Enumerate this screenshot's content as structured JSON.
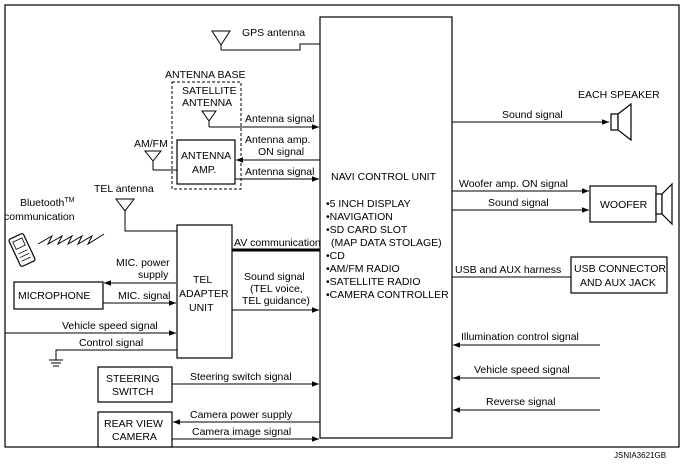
{
  "diagram_code": "JSNIA3621GB",
  "navi": {
    "title": "NAVI CONTROL UNIT",
    "features": [
      "•5 INCH DISPLAY",
      "•NAVIGATION",
      "•SD CARD SLOT",
      "(MAP DATA STOLAGE)",
      "•CD",
      "•AM/FM RADIO",
      "•SATELLITE RADIO",
      "•CAMERA CONTROLLER"
    ]
  },
  "components": {
    "gps_antenna": "GPS antenna",
    "antenna_base": "ANTENNA BASE",
    "satellite_antenna": [
      "SATELLITE",
      "ANTENNA"
    ],
    "am_fm": "AM/FM",
    "antenna_amp": [
      "ANTENNA",
      "AMP."
    ],
    "tel_antenna": "TEL antenna",
    "bluetooth": [
      "Bluetooth",
      "TM",
      "communication"
    ],
    "tel_adapter": [
      "TEL",
      "ADAPTER",
      "UNIT"
    ],
    "microphone": "MICROPHONE",
    "steering_switch": [
      "STEERING",
      "SWITCH"
    ],
    "rear_view_camera": [
      "REAR VIEW",
      "CAMERA"
    ],
    "each_speaker": "EACH SPEAKER",
    "woofer": "WOOFER",
    "usb_connector": [
      "USB CONNECTOR",
      "AND AUX JACK"
    ]
  },
  "signals": {
    "antenna_signal_sat": "Antenna signal",
    "antenna_amp_on": [
      "Antenna amp.",
      "ON signal"
    ],
    "antenna_signal_amp": "Antenna signal",
    "av_communication": "AV communication",
    "mic_power_supply": [
      "MIC. power",
      "supply"
    ],
    "mic_signal": "MIC. signal",
    "sound_signal_tel": [
      "Sound signal",
      "(TEL voice,",
      "TEL guidance)"
    ],
    "vehicle_speed_left": "Vehicle speed signal",
    "control_signal": "Control signal",
    "steering_switch_signal": "Steering switch signal",
    "camera_power_supply": "Camera power supply",
    "camera_image_signal": "Camera image signal",
    "sound_signal_speaker": "Sound signal",
    "woofer_amp_on": "Woofer amp. ON signal",
    "sound_signal_woofer": "Sound signal",
    "usb_aux_harness": "USB and AUX harness",
    "illumination_control": "Illumination control signal",
    "vehicle_speed_right": "Vehicle speed signal",
    "reverse_signal": "Reverse signal"
  }
}
